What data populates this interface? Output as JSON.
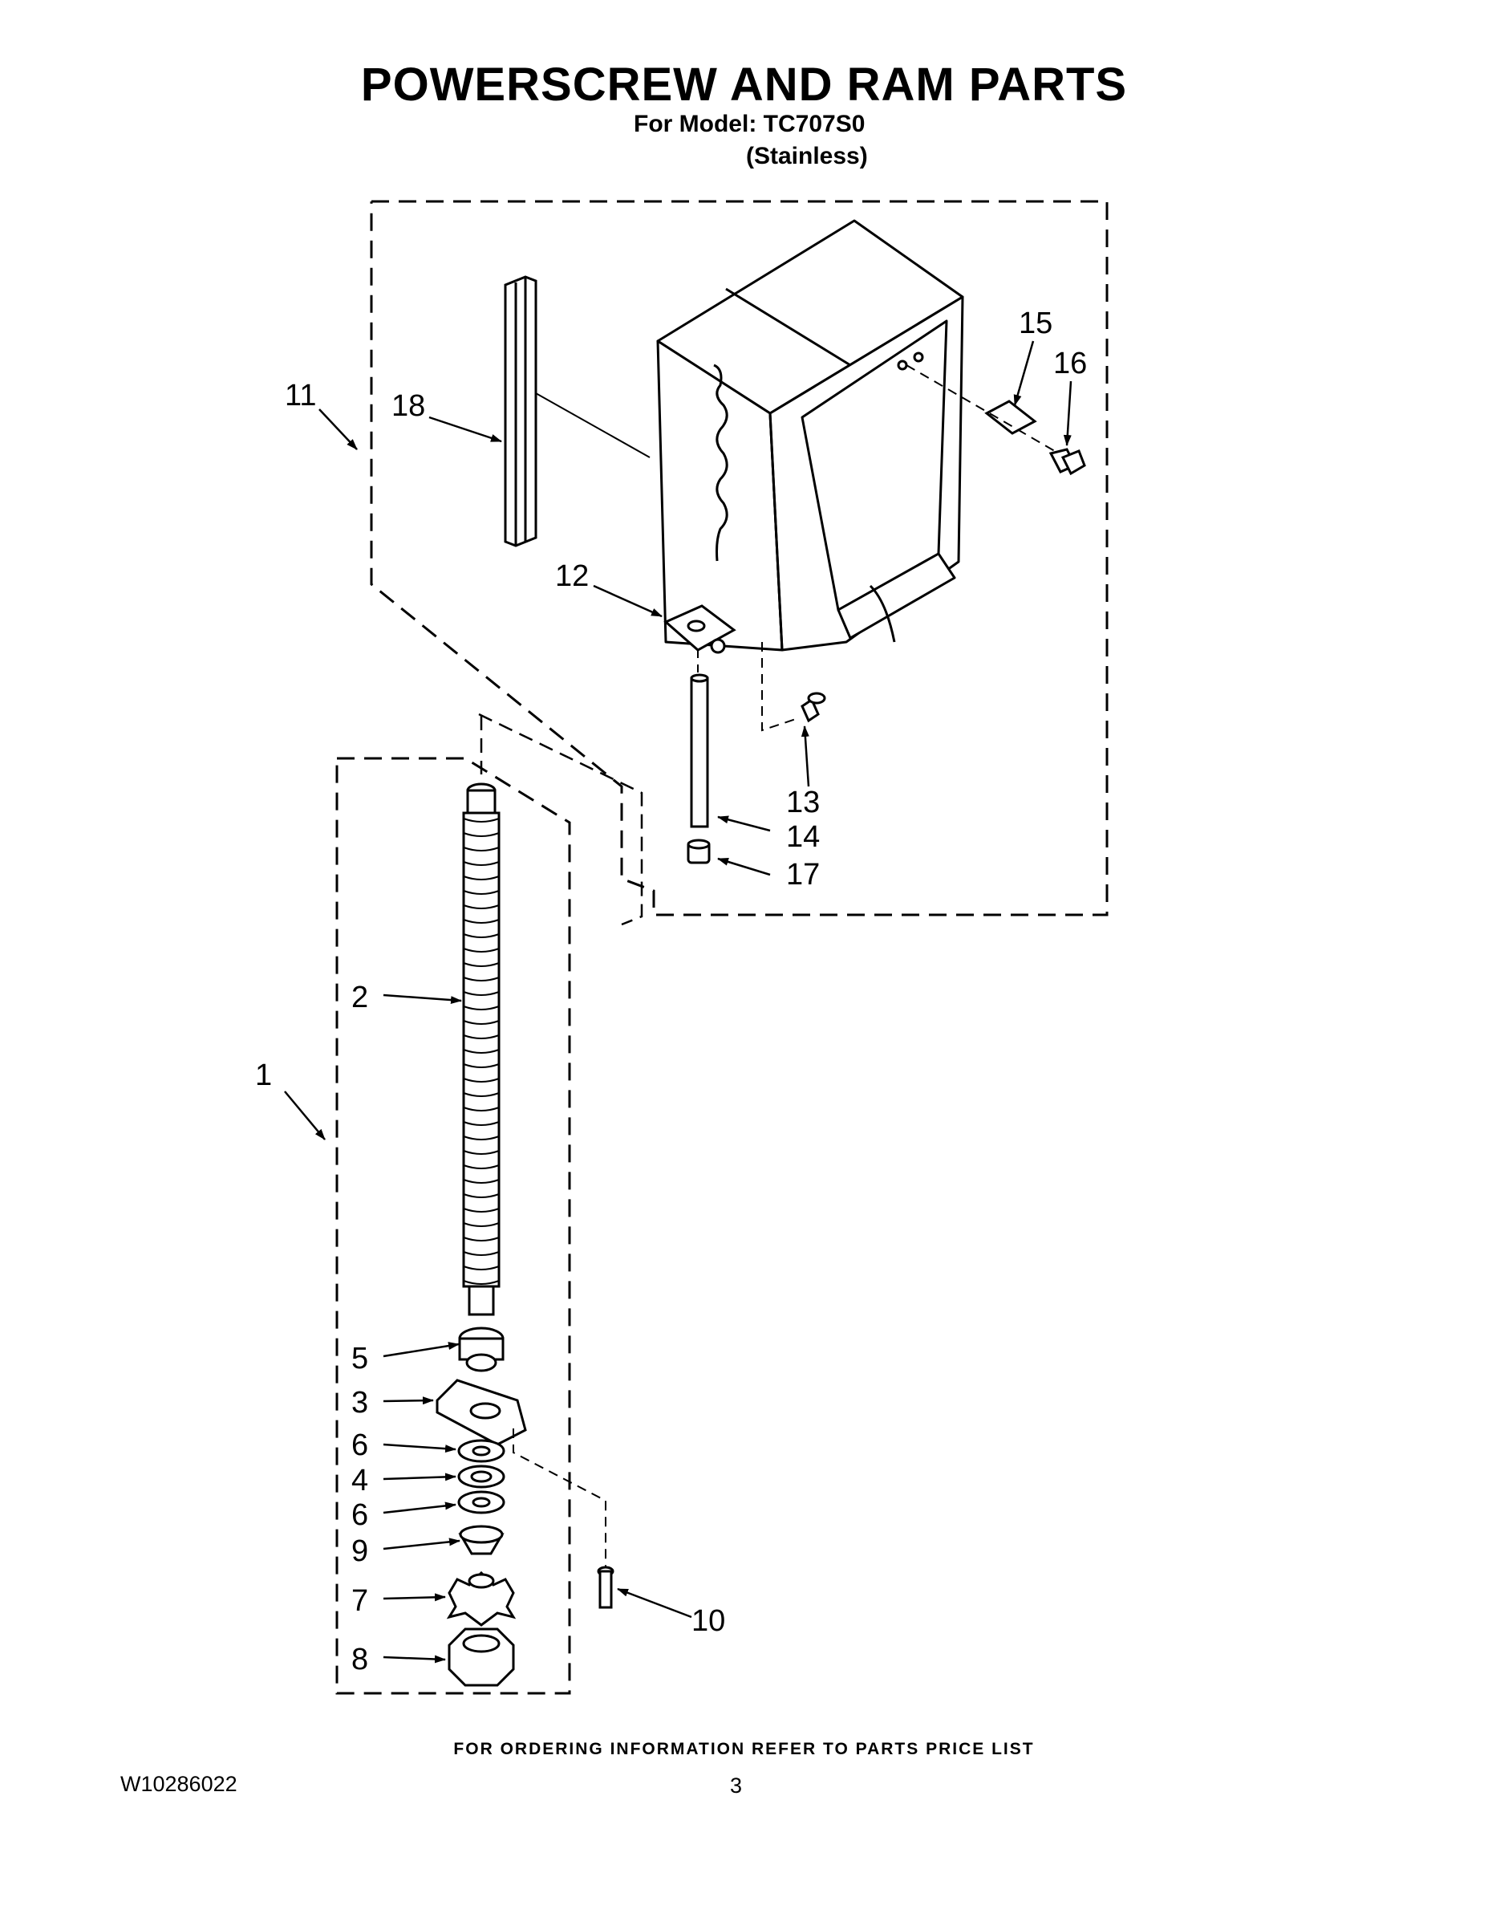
{
  "header": {
    "title": "POWERSCREW AND RAM PARTS",
    "model_line": "For Model: TC707S0",
    "finish_line": "(Stainless)"
  },
  "callouts": [
    "1",
    "2",
    "3",
    "4",
    "5",
    "6",
    "6",
    "7",
    "8",
    "9",
    "10",
    "11",
    "12",
    "13",
    "14",
    "15",
    "16",
    "17",
    "18"
  ],
  "footer": {
    "note": "FOR ORDERING INFORMATION REFER TO PARTS PRICE LIST",
    "doc_number": "W10286022",
    "page_number": "3"
  }
}
